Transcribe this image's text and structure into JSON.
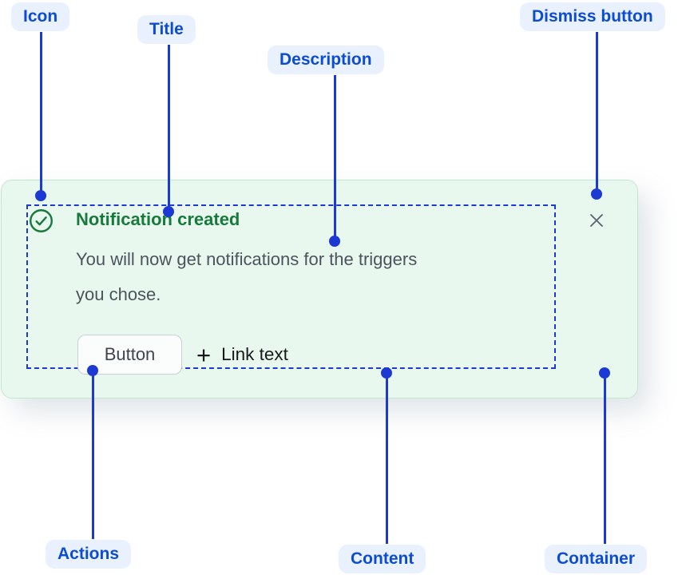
{
  "annotations": {
    "icon": {
      "label": "Icon"
    },
    "title": {
      "label": "Title"
    },
    "description": {
      "label": "Description"
    },
    "dismiss_button": {
      "label": "Dismiss button"
    },
    "actions": {
      "label": "Actions"
    },
    "content": {
      "label": "Content"
    },
    "container": {
      "label": "Container"
    }
  },
  "flag": {
    "title": "Notification created",
    "description_lines": {
      "line1": "You will now get notifications for the triggers",
      "line2": "you chose."
    },
    "actions": {
      "button_label": "Button",
      "link_plus": "+",
      "link_label": "Link text"
    },
    "icons": {
      "status": "check-circle-icon",
      "dismiss": "close-icon",
      "link_prefix": "plus-icon"
    }
  },
  "colors": {
    "annotation_pill_bg": "#E9F1FE",
    "annotation_text": "#0C4CD2",
    "annotation_line": "#1C3AD3",
    "success_green": "#19793C",
    "card_bg": "#E9F8EF",
    "card_border": "#C0E8CF",
    "description_text": "#4B545C"
  }
}
